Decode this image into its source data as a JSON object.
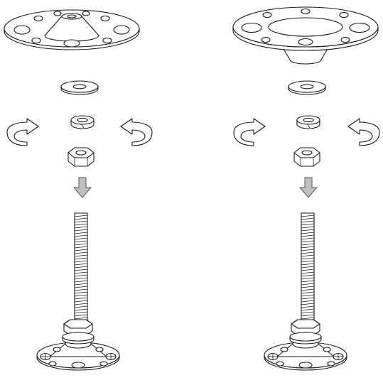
{
  "diagram": {
    "assemblies": [
      {
        "name": "assembly-flat-side-up",
        "top_plate": "flat-face-up",
        "steps": [
          "flange-plate",
          "flat-washer",
          "spring-washer",
          "hex-nut",
          "down-arrow",
          "threaded-stud",
          "base-plate"
        ],
        "rotation_icons": [
          "rotate-arrow-icon",
          "rotate-arrow-icon"
        ]
      },
      {
        "name": "assembly-boss-side-down",
        "top_plate": "boss-face-down",
        "steps": [
          "flange-plate",
          "flat-washer",
          "spring-washer",
          "hex-nut",
          "down-arrow",
          "threaded-stud",
          "base-plate"
        ],
        "rotation_icons": [
          "rotate-arrow-icon",
          "rotate-arrow-icon"
        ]
      }
    ],
    "colors": {
      "line": "#1a1a1a",
      "arrow_fill": "#bfbfbf",
      "background": "#ffffff"
    }
  }
}
